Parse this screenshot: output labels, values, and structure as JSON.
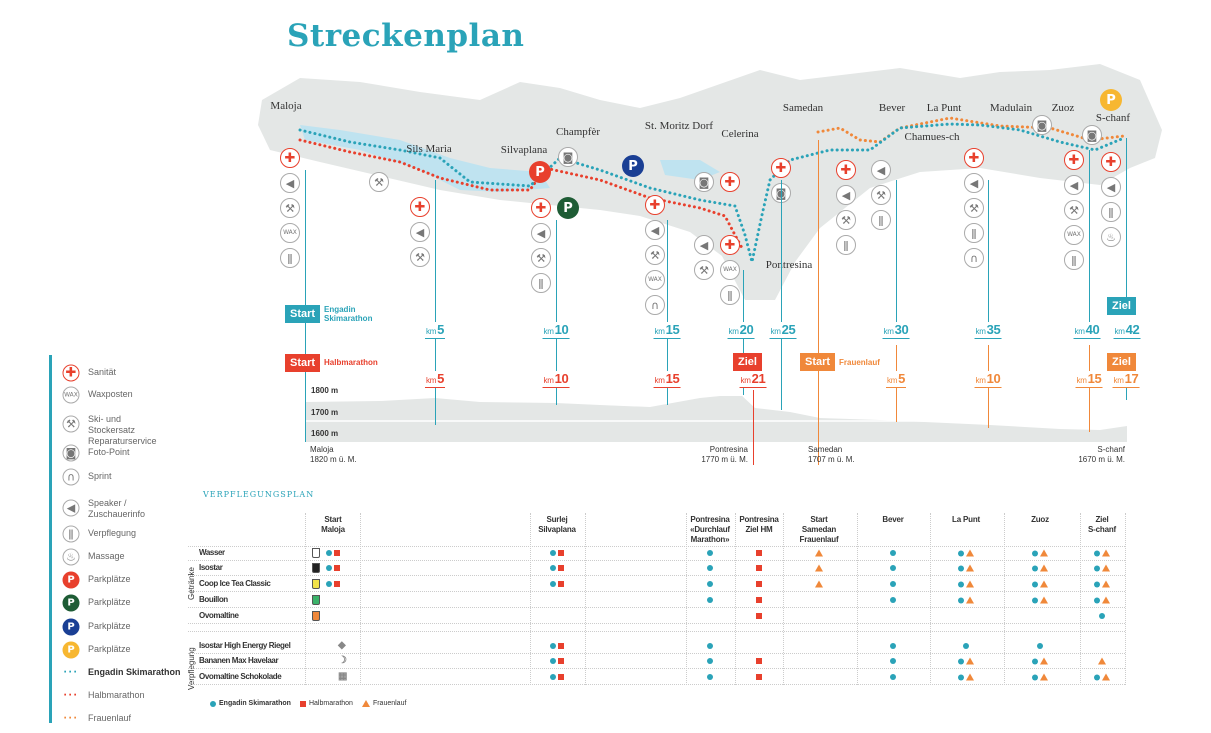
{
  "title": "Streckenplan",
  "colors": {
    "marathon": "#2aa3b8",
    "half": "#e8402d",
    "frauen": "#f0883a",
    "park_red": "#e8402d",
    "park_green": "#1e5c35",
    "park_blue": "#1a3f94",
    "park_yellow": "#f7b731"
  },
  "towns": [
    "Maloja",
    "Sils Maria",
    "Silvaplana",
    "Champfèr",
    "St. Moritz Dorf",
    "Celerina",
    "Samedan",
    "Bever",
    "La Punt",
    "Madulain",
    "Zuoz",
    "S-chanf",
    "Chamues-ch",
    "Pontresina"
  ],
  "icon_columns": [
    [
      "sanitaet",
      "speaker",
      "wrench",
      "wax",
      "food"
    ],
    [
      "wrench"
    ],
    [
      "sanitaet",
      "speaker",
      "wrench"
    ],
    [
      "sanitaet",
      "speaker",
      "wrench",
      "food"
    ],
    [
      "camera"
    ],
    [
      "sanitaet",
      "speaker",
      "wrench",
      "wax",
      "sprint"
    ],
    [
      "camera",
      "speaker",
      "wrench"
    ],
    [
      "sanitaet",
      "sanitaet",
      "wax",
      "food"
    ],
    [
      "sanitaet",
      "camera"
    ],
    [
      "sanitaet",
      "speaker",
      "wrench",
      "food"
    ],
    [
      "speaker",
      "wrench",
      "food"
    ],
    [
      "sanitaet",
      "speaker",
      "wrench",
      "food",
      "sprint"
    ],
    [
      "camera"
    ],
    [
      "camera"
    ],
    [
      "sanitaet",
      "speaker",
      "wrench",
      "wax",
      "food"
    ],
    [
      "sanitaet",
      "speaker",
      "food",
      "massage"
    ]
  ],
  "parking": [
    "red",
    "green",
    "blue",
    "yellow"
  ],
  "parking_label": "P",
  "start_marathon": {
    "label": "Start",
    "sub": "Engadin Skimarathon"
  },
  "start_half": {
    "label": "Start",
    "sub": "Halbmarathon"
  },
  "start_frauen": {
    "label": "Start",
    "sub": "Frauenlauf"
  },
  "ziel_label": "Ziel",
  "km_prefix": "km",
  "km_marathon": [
    "5",
    "10",
    "15",
    "20",
    "25",
    "30",
    "35",
    "40",
    "42"
  ],
  "km_half": [
    "5",
    "10",
    "15",
    "21"
  ],
  "km_frauen": [
    "5",
    "10",
    "15",
    "17"
  ],
  "elevation_axis": [
    "1800 m",
    "1700 m",
    "1600 m"
  ],
  "elevation_points": [
    {
      "name": "Maloja",
      "alt": "1820 m ü. M."
    },
    {
      "name": "Pontresina",
      "alt": "1770 m ü. M."
    },
    {
      "name": "Samedan",
      "alt": "1707 m ü. M."
    },
    {
      "name": "S-chanf",
      "alt": "1670 m ü. M."
    }
  ],
  "verpflegungsplan": {
    "title": "VERPFLEGUNGSPLAN",
    "columns": [
      [
        "Start",
        "Maloja"
      ],
      [
        "Surlej",
        "Silvaplana"
      ],
      [
        "Pontresina",
        "«Durchlauf",
        "Marathon»"
      ],
      [
        "Pontresina",
        "Ziel HM"
      ],
      [
        "Start",
        "Samedan",
        "Frauenlauf"
      ],
      [
        "Bever"
      ],
      [
        "La Punt"
      ],
      [
        "Zuoz"
      ],
      [
        "Ziel",
        "S-chanf"
      ]
    ],
    "groups": [
      {
        "name": "Getränke",
        "rows": [
          {
            "label": "Wasser",
            "icon": "cup-white",
            "cells": [
              "mh",
              "mh",
              "m",
              "h",
              "f",
              "m",
              "mf",
              "mf",
              "mf"
            ]
          },
          {
            "label": "Isostar",
            "icon": "cup-black",
            "cells": [
              "mh",
              "mh",
              "m",
              "h",
              "f",
              "m",
              "mf",
              "mf",
              "mf"
            ]
          },
          {
            "label": "Coop Ice Tea Classic",
            "icon": "cup-yellow",
            "cells": [
              "mh",
              "mh",
              "m",
              "h",
              "f",
              "m",
              "mf",
              "mf",
              "mf"
            ]
          },
          {
            "label": "Bouillon",
            "icon": "cup-green",
            "cells": [
              "",
              "",
              "m",
              "h",
              "",
              "m",
              "mf",
              "mf",
              "mf"
            ]
          },
          {
            "label": "Ovomaltine",
            "icon": "cup-orange",
            "cells": [
              "",
              "",
              "",
              "h",
              "",
              "",
              "",
              "",
              "m"
            ]
          }
        ]
      },
      {
        "name": "Verpflegung",
        "rows": [
          {
            "label": "Isostar High Energy Riegel",
            "icon": "bar",
            "cells": [
              "",
              "mh",
              "m",
              "",
              "",
              "m",
              "m",
              "m",
              ""
            ]
          },
          {
            "label": "Bananen Max Havelaar",
            "icon": "banana",
            "cells": [
              "",
              "mh",
              "m",
              "h",
              "",
              "m",
              "mf",
              "mf",
              "f"
            ]
          },
          {
            "label": "Ovomaltine Schokolade",
            "icon": "chocolate",
            "cells": [
              "",
              "mh",
              "m",
              "h",
              "",
              "m",
              "mf",
              "mf",
              "mf"
            ]
          }
        ]
      }
    ],
    "legend": [
      "Engadin Skimarathon",
      "Halbmarathon",
      "Frauenlauf"
    ]
  },
  "legend": [
    {
      "icon": "sanitaet",
      "label": "Sanität"
    },
    {
      "icon": "wax",
      "label": "Waxposten"
    },
    {
      "icon": "wrench",
      "label": "Ski- und Stockersatz Reparaturservice"
    },
    {
      "icon": "camera",
      "label": "Foto-Point"
    },
    {
      "icon": "sprint",
      "label": "Sprint"
    },
    {
      "icon": "speaker",
      "label": "Speaker / Zuschauerinfo"
    },
    {
      "icon": "food",
      "label": "Verpflegung"
    },
    {
      "icon": "massage",
      "label": "Massage"
    },
    {
      "icon": "park-red",
      "label": "Parkplätze"
    },
    {
      "icon": "park-green",
      "label": "Parkplätze"
    },
    {
      "icon": "park-blue",
      "label": "Parkplätze"
    },
    {
      "icon": "park-yellow",
      "label": "Parkplätze"
    },
    {
      "icon": "route-marathon",
      "label": "Engadin Skimarathon"
    },
    {
      "icon": "route-half",
      "label": "Halbmarathon"
    },
    {
      "icon": "route-frauen",
      "label": "Frauenlauf"
    }
  ]
}
